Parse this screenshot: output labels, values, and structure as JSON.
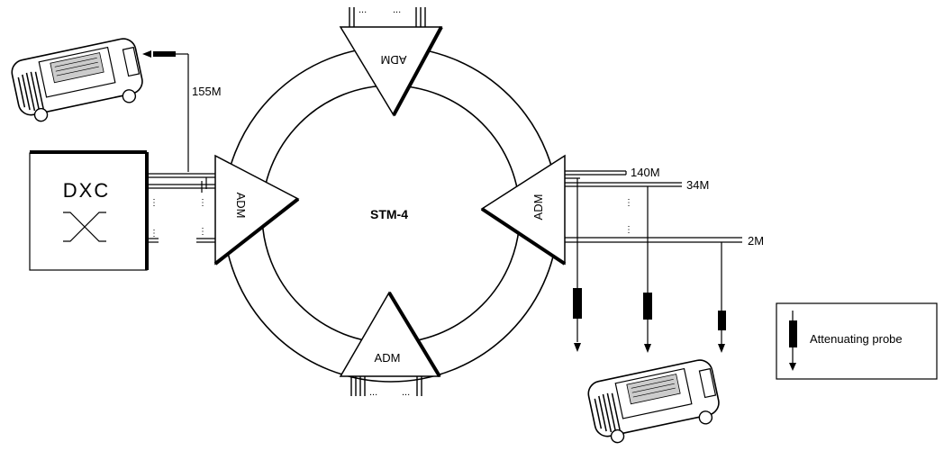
{
  "ring": {
    "label": "STM-4"
  },
  "nodes": {
    "adm_top": "ADM",
    "adm_left": "ADM",
    "adm_right": "ADM",
    "adm_bottom": "ADM",
    "dxc": "DXC"
  },
  "rates": {
    "r155": "155M",
    "r140": "140M",
    "r34": "34M",
    "r2": "2M"
  },
  "dots": {
    "top_left": "...",
    "top_right": "...",
    "bottom_left": "...",
    "bottom_right": "..."
  },
  "legend": {
    "label": "Attenuating probe"
  },
  "colors": {
    "ink": "#000000",
    "paper": "#ffffff"
  }
}
